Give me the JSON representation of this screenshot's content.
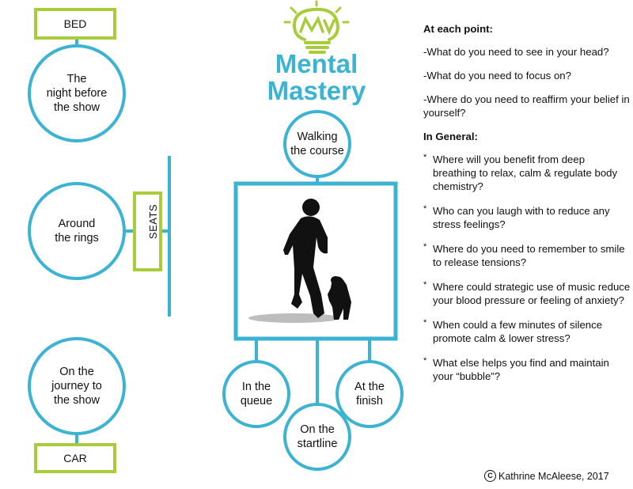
{
  "logo": {
    "line1": "Mental",
    "line2": "Mastery",
    "bulb_letters": "MW"
  },
  "left_column": {
    "bed_label": "BED",
    "night_before": "The\nnight before\nthe show",
    "around_rings": "Around\nthe rings",
    "seats_label": "SEATS",
    "journey": "On the\njourney to\nthe show",
    "car_label": "CAR"
  },
  "center": {
    "walking_course": "Walking\nthe course",
    "in_queue": "In the\nqueue",
    "on_startline": "On the\nstartline",
    "at_finish": "At the\nfinish",
    "photo_icon": "runner-with-dog-silhouette"
  },
  "right_panel": {
    "heading_each_point": "At each point:",
    "questions": [
      "-What do you need to see in your head?",
      "-What do you need to focus on?",
      "-Where do you need to reaffirm your belief in yourself?"
    ],
    "heading_general": "In General:",
    "bullets": [
      "Where will you benefit from deep breathing to relax, calm & regulate body chemistry?",
      "Who can you laugh with to reduce any stress feelings?",
      "Where do you need to remember to smile to release tensions?",
      "Where could strategic use of music reduce your blood pressure or feeling of anxiety?",
      "When could a few minutes of silence promote calm & lower stress?",
      "What else helps you find and maintain your “bubble”?"
    ]
  },
  "copyright": {
    "symbol": "C",
    "text": "Kathrine McAleese, 2017"
  },
  "colors": {
    "blue": "#3db3d3",
    "green": "#a8cc3a",
    "text": "#111111"
  }
}
